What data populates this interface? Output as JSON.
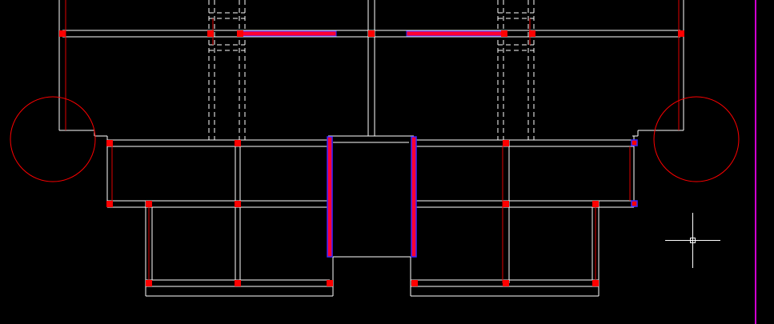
{
  "canvas": {
    "background": "#000000",
    "wall_color": "#ffffff",
    "selection_color": "#ff0033",
    "selection_outline": "#3a26ff",
    "grip_color": "#ff0000",
    "boundary_color": "#d000d0"
  },
  "drawing": {
    "selected_beams": 4,
    "grip_points": 26,
    "view_markers": 2
  },
  "cursor": {
    "icon": "crosshair-cursor-icon"
  }
}
